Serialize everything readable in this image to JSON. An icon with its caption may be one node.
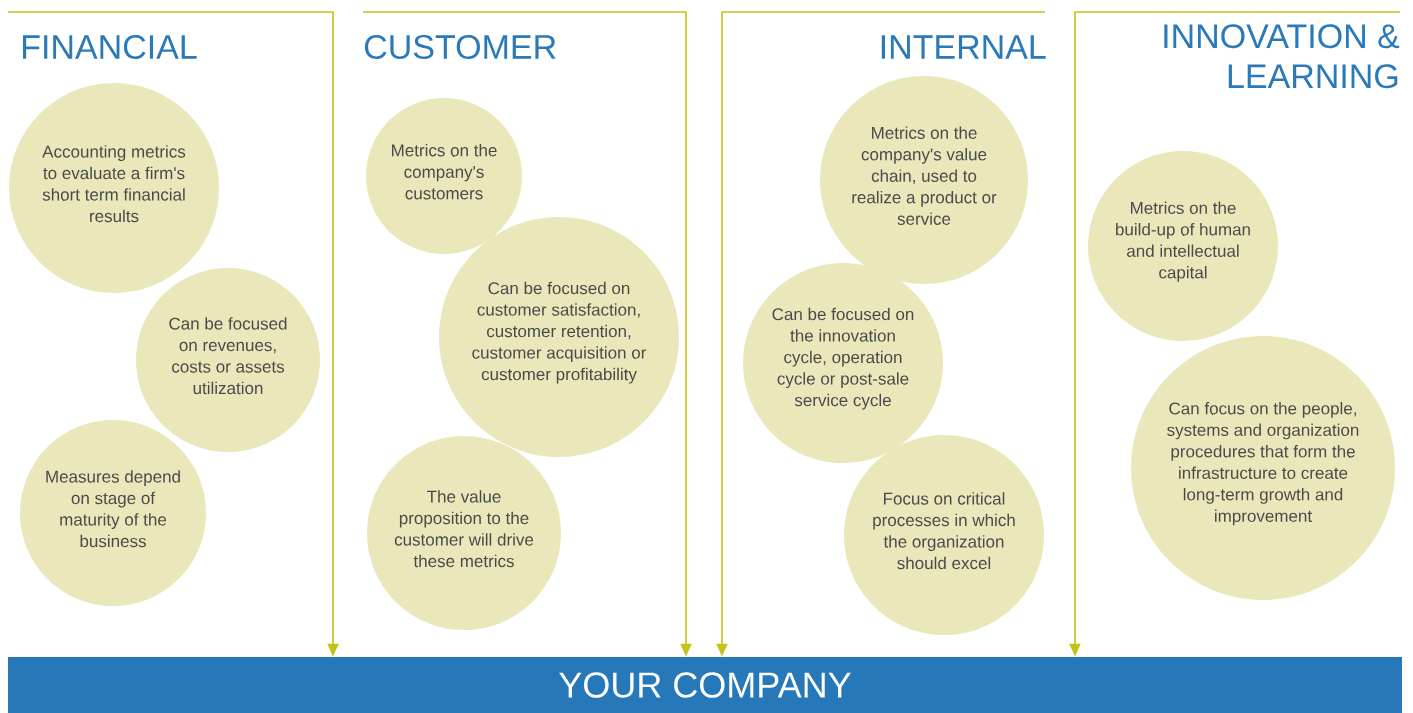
{
  "diagram": {
    "nodes": [
      {
        "text": [
          "FINANCIAL"
        ]
      },
      {
        "text": [
          "CUSTOMER"
        ]
      },
      {
        "text": [
          "INTERNAL"
        ]
      },
      {
        "text": [
          "INNOVATION & LEARNING"
        ]
      },
      {
        "text": [
          "Accounting metrics to evaluate a firm's short term financial results"
        ]
      },
      {
        "text": [
          "Can be focused on revenues, costs or assets utilization"
        ]
      },
      {
        "text": [
          "Measures depend on stage of maturity of the business"
        ]
      },
      {
        "text": [
          "Metrics on the company's customers"
        ]
      },
      {
        "text": [
          "Can be focused on customer satisfaction, customer retention, customer acquisition or customer profitability"
        ]
      },
      {
        "text": [
          "The value proposition to the customer will drive these metrics"
        ]
      },
      {
        "text": [
          "Metrics on the company's value chain, used to realize a product or service"
        ]
      },
      {
        "text": [
          "Can be focused on the innovation cycle, operation cycle or post-sale service cycle"
        ]
      },
      {
        "text": [
          "Focus on critical processes in which the organization should excel"
        ]
      },
      {
        "text": [
          "Metrics on the build-up of human and intellectual capital"
        ]
      },
      {
        "text": [
          "Can focus on the people, systems and organization procedures that form the infrastructure to create long-term growth and improvement"
        ]
      },
      {
        "text": [
          "YOUR COMPANY"
        ]
      }
    ],
    "edges": [
      {
        "from": 0,
        "to": 15,
        "arrow": "to"
      },
      {
        "from": 1,
        "to": 15,
        "arrow": "to"
      },
      {
        "from": 2,
        "to": 15,
        "arrow": "to"
      },
      {
        "from": 3,
        "to": 15,
        "arrow": "to"
      }
    ]
  }
}
